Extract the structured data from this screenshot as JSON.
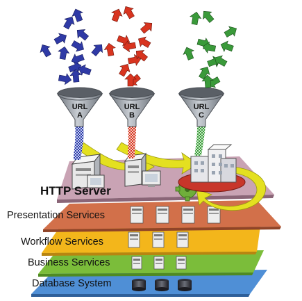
{
  "colors": {
    "blue": "#2f3aa6",
    "red": "#d8341f",
    "green": "#3a9a3a",
    "funnel": "#9aa0a8",
    "presentation": "#d2704a",
    "workflow": "#f3b61b",
    "business": "#7bbd3a",
    "database": "#4f8fd6",
    "server_platform": "#c9a3b4"
  },
  "funnels": [
    {
      "line1": "URL",
      "line2": "A",
      "color": "#2f3aa6"
    },
    {
      "line1": "URL",
      "line2": "B",
      "color": "#d8341f"
    },
    {
      "line1": "URL",
      "line2": "C",
      "color": "#3a9a3a"
    }
  ],
  "server_label": "HTTP Server",
  "layers": [
    {
      "label": "Presentation Services",
      "color": "#d2704a"
    },
    {
      "label": "Workflow Services",
      "color": "#f3b61b"
    },
    {
      "label": "Business Services",
      "color": "#7bbd3a"
    },
    {
      "label": "Database System",
      "color": "#4f8fd6"
    }
  ]
}
